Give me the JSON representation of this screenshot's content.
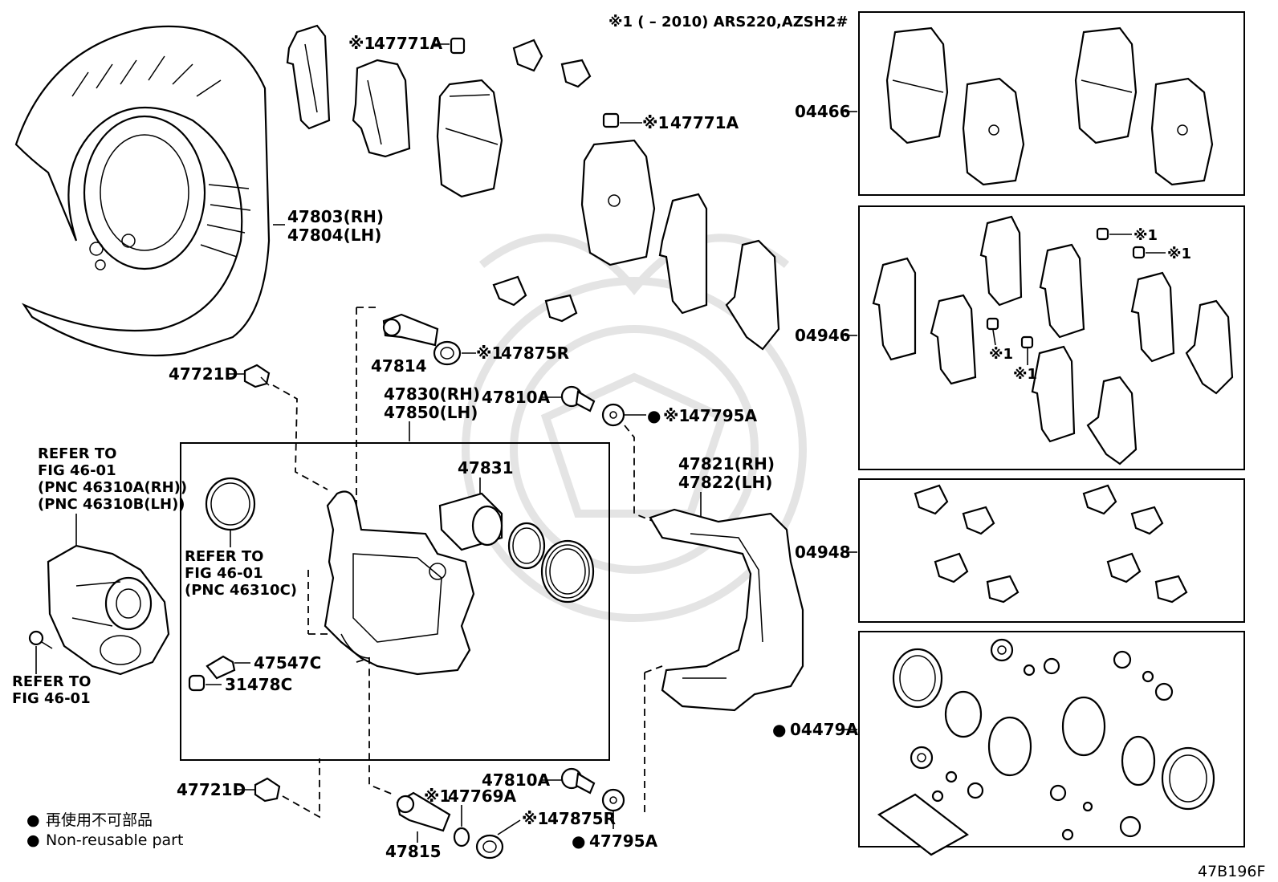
{
  "header_note": "※1 (       – 2010) ARS220,AZSH2#",
  "diagram_code": "47B196F",
  "legend": {
    "jp": "再使用不可部品",
    "en": "Non-reusable part"
  },
  "symbols": {
    "bullet": "●",
    "ref_mark": "※1",
    "dash": "–"
  },
  "callouts": {
    "p47771A_top": "47771A",
    "p47771A_mid": "47771A",
    "p47803": "47803(RH)",
    "p47804": "47804(LH)",
    "p47721D_top": "47721D",
    "p47721D_bottom": "47721D",
    "p47814": "47814",
    "p47875R_top": "47875R",
    "p47875R_bottom": "47875R",
    "p47830": "47830(RH)",
    "p47850": "47850(LH)",
    "p47810A_top": "47810A",
    "p47810A_bottom": "47810A",
    "p47795A_top": "47795A",
    "p47795A_bottom": "47795A",
    "p47831": "47831",
    "p47821": "47821(RH)",
    "p47822": "47822(LH)",
    "p47547C": "47547C",
    "p31478C": "31478C",
    "p47769A": "47769A",
    "p47815": "47815"
  },
  "kit_labels": {
    "k04466": "04466",
    "k04946": "04946",
    "k04948": "04948",
    "k04479A": "04479A"
  },
  "refer_notes": {
    "actuator": [
      "REFER TO",
      "FIG 46-01",
      "(PNC 46310A(RH))",
      "(PNC 46310B(LH))"
    ],
    "oring": [
      "REFER TO",
      "FIG 46-01",
      "(PNC 46310C)"
    ],
    "bolt": [
      "REFER TO",
      "FIG 46-01"
    ]
  }
}
